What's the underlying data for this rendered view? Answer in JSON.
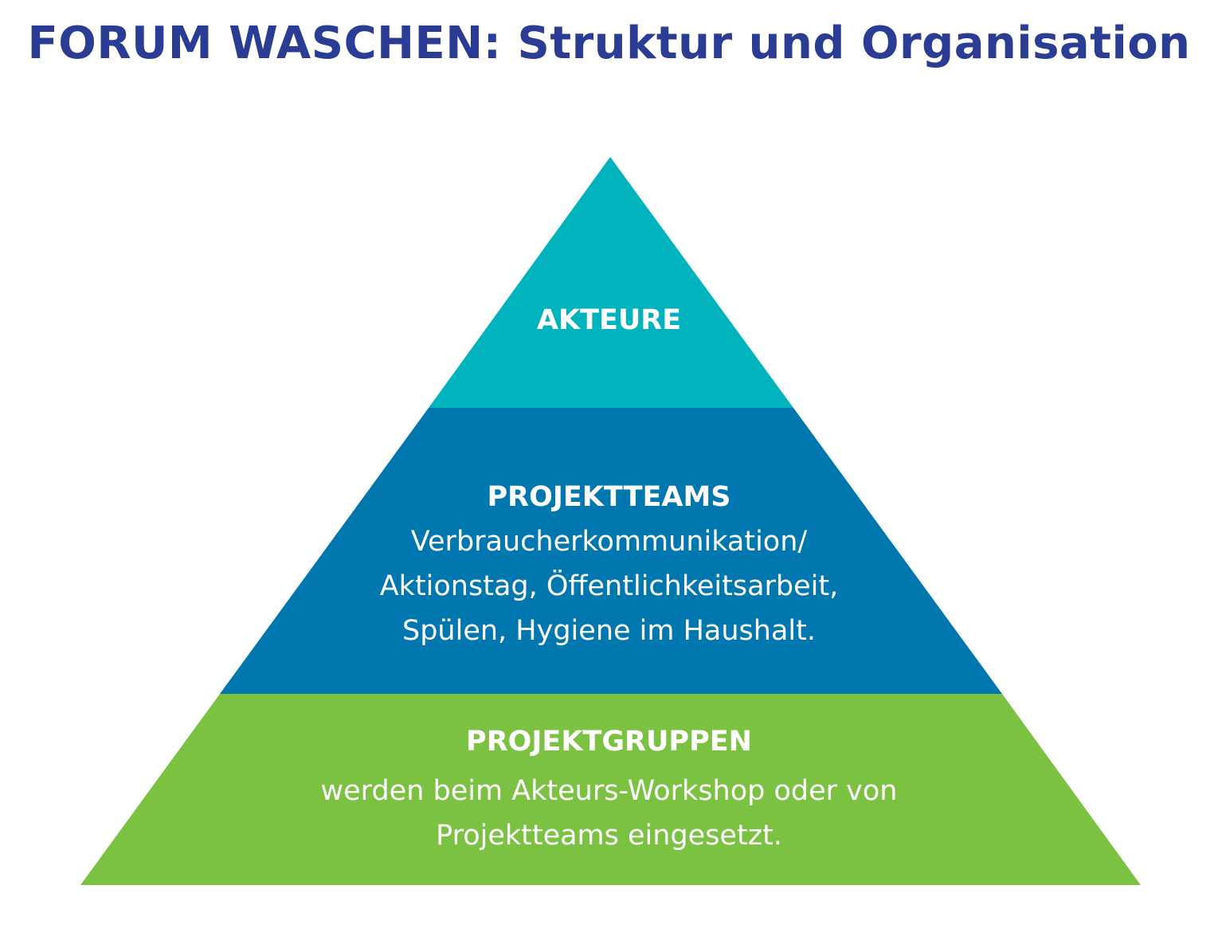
{
  "title": "FORUM WASCHEN: Struktur und Organisation",
  "colors": {
    "title": "#2b3c94",
    "top_layer": "#00b3bc",
    "middle_layer": "#0077ae",
    "bottom_layer": "#7cc242",
    "text": "#ffffff"
  },
  "layers": [
    {
      "heading": "AKTEURE",
      "lines": []
    },
    {
      "heading": "PROJEKTTEAMS",
      "lines": [
        "Verbraucherkommunikation/",
        "Aktionstag, Öffentlichkeitsarbeit,",
        "Spülen, Hygiene im Haushalt."
      ]
    },
    {
      "heading": "PROJEKTGRUPPEN",
      "lines": [
        "werden beim Akteurs-Workshop oder von",
        "Projektteams eingesetzt."
      ]
    }
  ]
}
